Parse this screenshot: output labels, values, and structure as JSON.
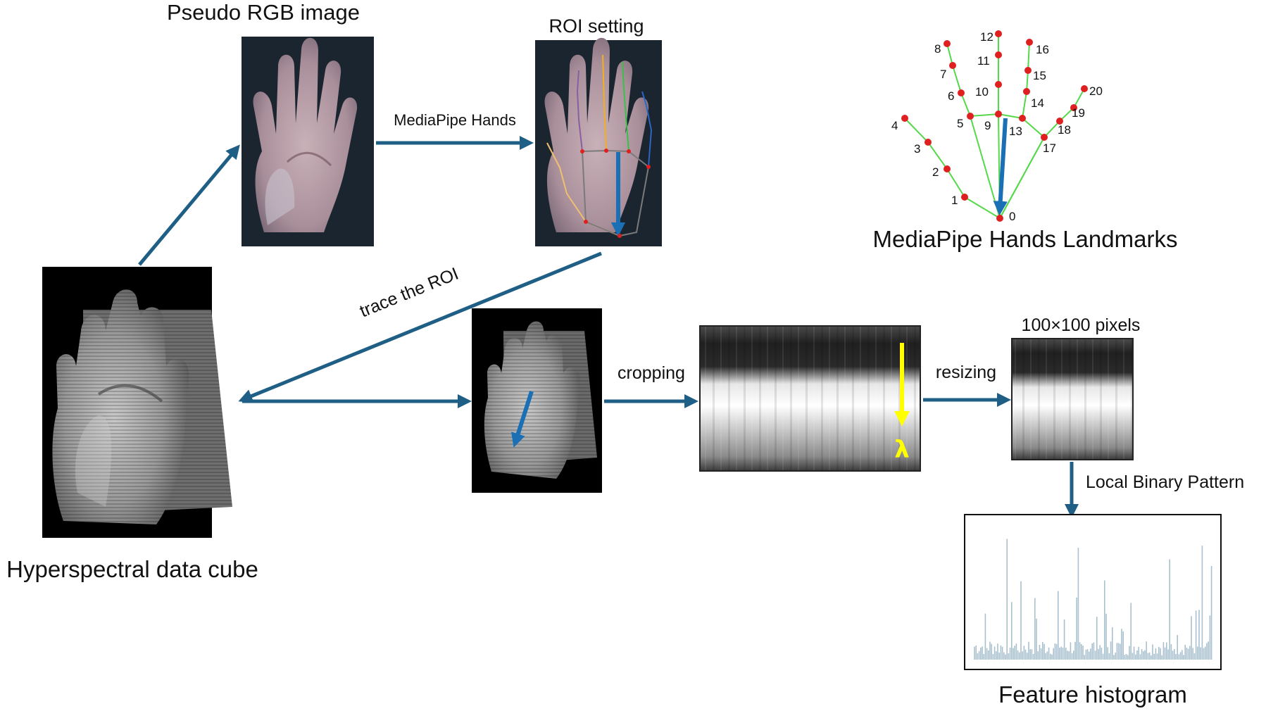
{
  "labels": {
    "pseudo_rgb": "Pseudo RGB image",
    "roi_setting": "ROI setting",
    "mediapipe_hands": "MediaPipe Hands",
    "landmarks_title": "MediaPipe Hands Landmarks",
    "trace_roi": "trace the ROI",
    "cropping": "cropping",
    "resizing": "resizing",
    "pixels": "100×100 pixels",
    "lbp": "Local Binary Pattern",
    "hyperspectral": "Hyperspectral data cube",
    "feature_histogram": "Feature histogram",
    "lambda": "λ"
  },
  "landmark_numbers": [
    "0",
    "1",
    "2",
    "3",
    "4",
    "5",
    "6",
    "7",
    "8",
    "9",
    "10",
    "11",
    "12",
    "13",
    "14",
    "15",
    "16",
    "17",
    "18",
    "19",
    "20"
  ],
  "colors": {
    "arrow": "#1f5f86",
    "landmark_dot": "#e02020",
    "landmark_line": "#55d84a",
    "roi_arrow": "#1b6fb5",
    "lambda_arrow": "#ffff00",
    "histogram_bar": "#a9c0cf"
  }
}
